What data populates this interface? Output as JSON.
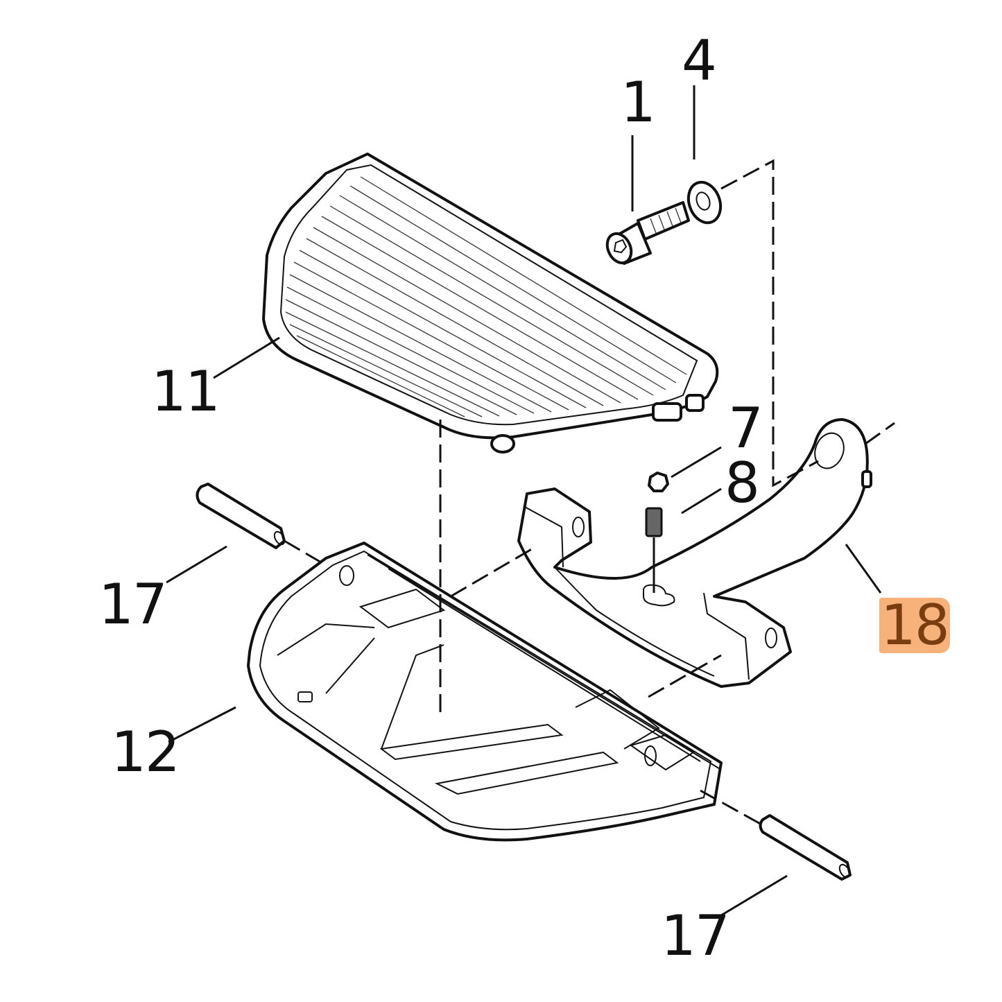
{
  "diagram": {
    "title": "Floorboard assembly exploded view",
    "highlight_color": "#f6b27a",
    "callouts": [
      {
        "id": "c1",
        "label": "1",
        "part": "socket head bolt"
      },
      {
        "id": "c4",
        "label": "4",
        "part": "washer"
      },
      {
        "id": "c7",
        "label": "7",
        "part": "detent ball"
      },
      {
        "id": "c8",
        "label": "8",
        "part": "spring"
      },
      {
        "id": "c11",
        "label": "11",
        "part": "floorboard pad"
      },
      {
        "id": "c12",
        "label": "12",
        "part": "floorboard pan"
      },
      {
        "id": "c17a",
        "label": "17",
        "part": "pivot pin (upper left)"
      },
      {
        "id": "c17b",
        "label": "17",
        "part": "pivot pin (lower right)"
      },
      {
        "id": "c18",
        "label": "18",
        "part": "mounting bracket",
        "highlighted": true
      }
    ]
  }
}
